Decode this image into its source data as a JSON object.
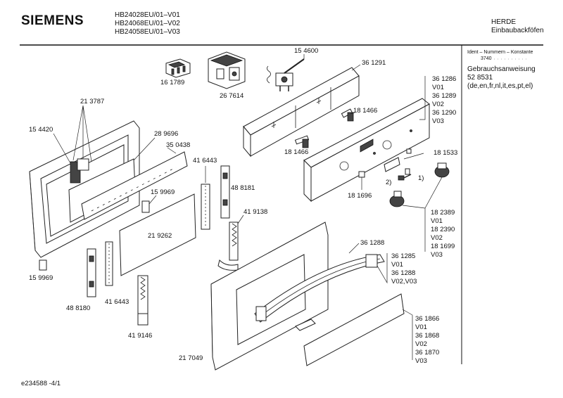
{
  "header": {
    "brand": "SIEMENS",
    "models": [
      "HB24028EU/01–V01",
      "HB24068EU/01–V02",
      "HB24058EU/01–V03"
    ],
    "category": "HERDE",
    "subcategory": "Einbaubackföfen"
  },
  "info_panel": {
    "ident_label": "Ident – Nummern – Konstante",
    "ident_value": "3740",
    "manual_label": "Gebrauchsanweisung",
    "manual_number": "52 8531",
    "languages": "(de,en,fr,nl,it,es,pt,el)"
  },
  "footer": {
    "drawing_id": "e234588 -4/1"
  },
  "parts": {
    "p154600": "15 4600",
    "p161789": "16 1789",
    "p267614": "26 7614",
    "p361291": "36 1291",
    "p213787": "21 3787",
    "p154420": "15 4420",
    "p289696": "28 9696",
    "p350438": "35 0438",
    "p181466a": "18 1466",
    "p181466b": "18 1466",
    "p181533": "18 1533",
    "p181696": "18 1696",
    "p416443a": "41 6443",
    "p488181": "48 8181",
    "p159969a": "15 9969",
    "p419138": "41 9138",
    "p219262": "21 9262",
    "p159969b": "15 9969",
    "p488180": "48 8180",
    "p416443b": "41 6443",
    "p419146": "41 9146",
    "p217049": "21 7049",
    "p361288": "36 1288",
    "callout1": "1)",
    "callout2": "2)"
  },
  "variant_groups": {
    "panel": [
      "36 1286",
      "V01",
      "36 1289",
      "V02",
      "36 1290",
      "V03"
    ],
    "knobs": [
      "18 2389",
      "V01",
      "18 2390",
      "V02",
      "18 1699",
      "V03"
    ],
    "handle": [
      "36 1285",
      "V01",
      "36 1288",
      "V02,V03"
    ],
    "glass": [
      "36 1866",
      "V01",
      "36 1868",
      "V02",
      "36 1870",
      "V03"
    ]
  }
}
